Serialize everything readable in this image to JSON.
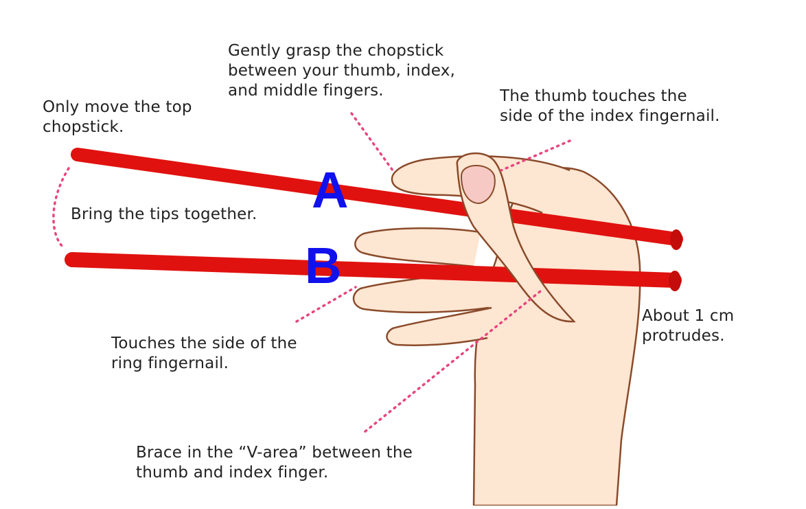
{
  "annotations": {
    "grasp": "Gently grasp the chopstick\nbetween your thumb, index,\nand middle fingers.",
    "top_only": "Only move the top\nchopstick.",
    "thumb_touch": "The thumb touches the\nside of the index fingernail.",
    "tips": "Bring the tips together.",
    "ring": "Touches the side of the\nring fingernail.",
    "protrude": "About 1 cm\nprotrudes.",
    "brace": "Brace in the “V-area” between the\nthumb and index finger."
  },
  "markers": {
    "a": "A",
    "b": "B"
  },
  "colors": {
    "chopstick": "#e0120f",
    "skin": "#fde6d2",
    "outline": "#8a4a2a",
    "nail": "#f6c9c4",
    "dotted_leader": "#e8457f",
    "marker": "#1111ee"
  }
}
